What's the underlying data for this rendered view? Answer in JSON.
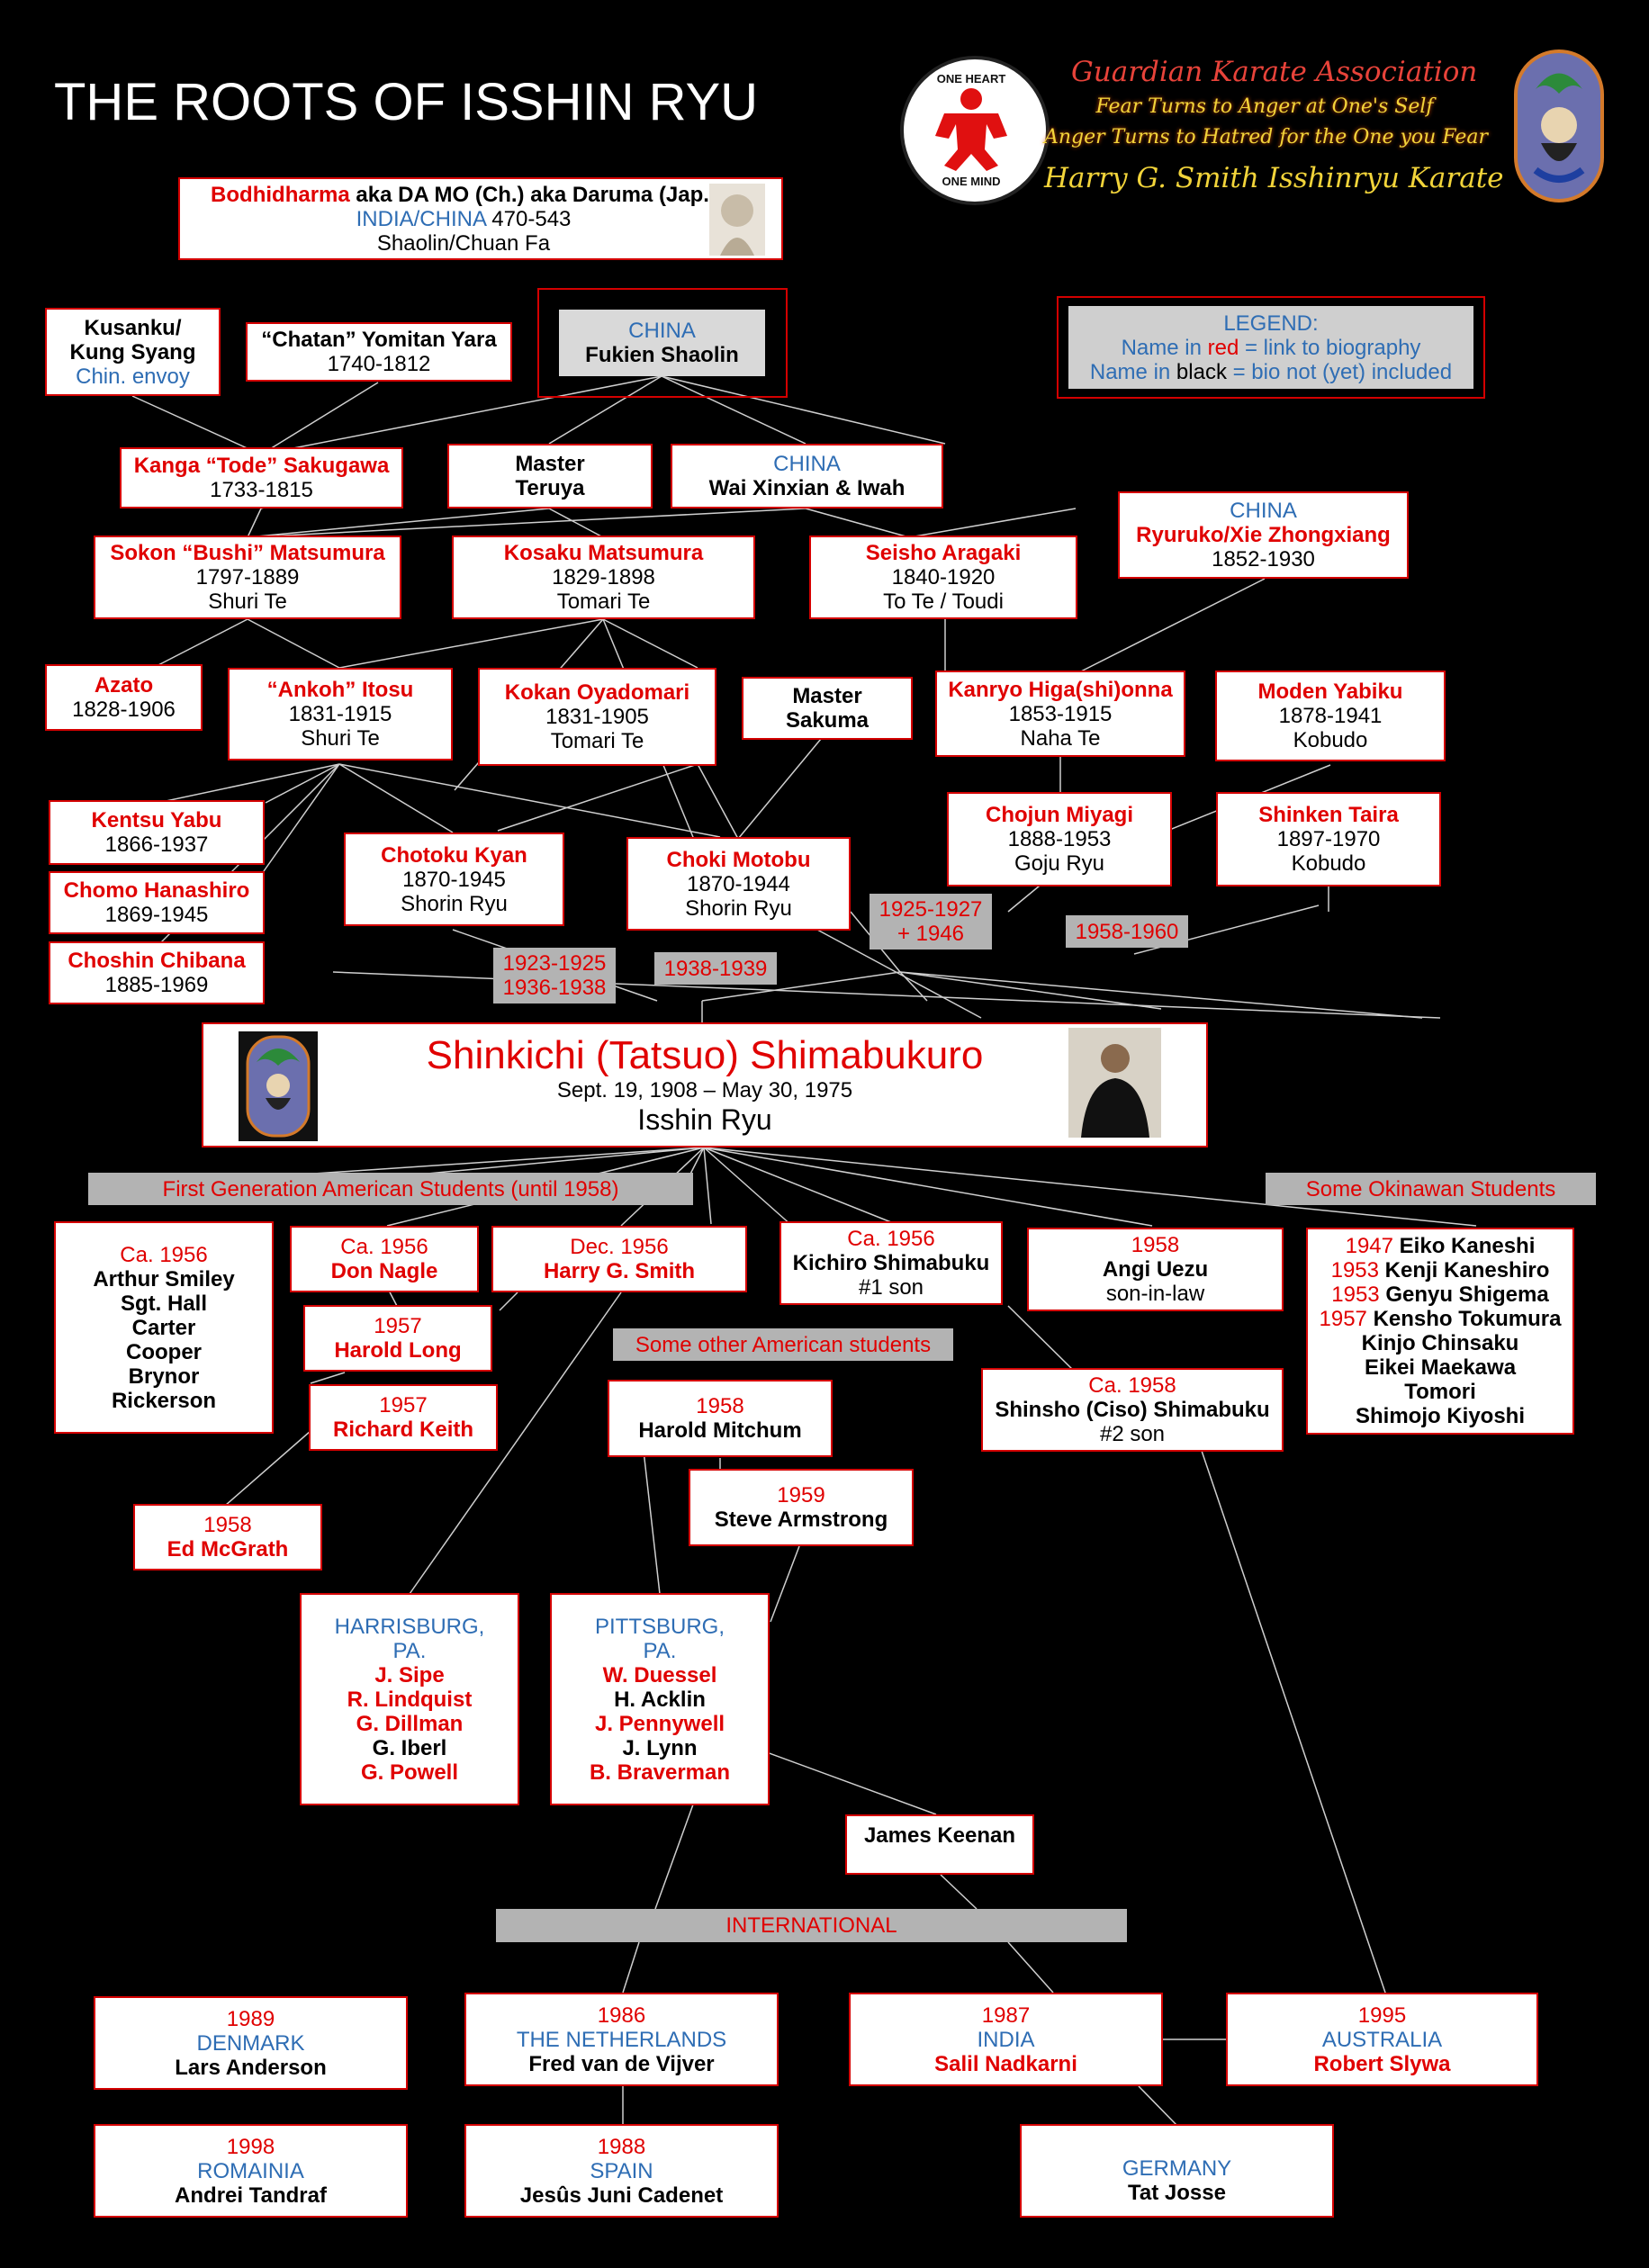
{
  "title": "THE ROOTS OF ISSHIN RYU",
  "branding": {
    "org_name": "Guardian Karate Association",
    "motto_1": "Fear Turns to Anger at One's Self",
    "motto_2": "Anger Turns to Hatred for the One you Fear",
    "school": "Harry G. Smith Isshinryu Karate",
    "logo_top": "ONE HEART",
    "logo_bottom": "ONE MIND",
    "colors": {
      "red": "#e00000",
      "blue": "#2e6db4",
      "gold": "#f2d43a",
      "gray": "#b3b3b3"
    }
  },
  "legend": {
    "title": "LEGEND:",
    "line1_a": "Name in ",
    "line1_b": "red",
    "line1_c": " = link to biography",
    "line2_a": "Name in ",
    "line2_b": "black",
    "line2_c": " = bio not (yet) included"
  },
  "bodhidharma": {
    "name": "Bodhidharma",
    "aka": " aka DA MO (Ch.) aka Daruma (Jap.)",
    "region": "INDIA/CHINA",
    "years": " 470-543",
    "style": "Shaolin/Chuan Fa"
  },
  "kusanku": {
    "l1": "Kusanku/",
    "l2": "Kung Syang",
    "l3": "Chin. envoy"
  },
  "chatan": {
    "l1": "“Chatan” Yomitan Yara",
    "l2": "1740-1812"
  },
  "fukien": {
    "l1": "CHINA",
    "l2": "Fukien Shaolin"
  },
  "sakugawa": {
    "l1": "Kanga “Tode” Sakugawa",
    "l2": "1733-1815"
  },
  "teruya": {
    "l1": "Master",
    "l2": "Teruya"
  },
  "wai": {
    "l1": "CHINA",
    "l2": "Wai Xinxian & Iwah"
  },
  "ryuruko": {
    "l1": "CHINA",
    "l2": "Ryuruko/Xie Zhongxiang",
    "l3": "1852-1930"
  },
  "sokon": {
    "l1": "Sokon “Bushi” Matsumura",
    "l2": "1797-1889",
    "l3": "Shuri Te"
  },
  "kosaku": {
    "l1": "Kosaku Matsumura",
    "l2": "1829-1898",
    "l3": "Tomari Te"
  },
  "aragaki": {
    "l1": "Seisho Aragaki",
    "l2": "1840-1920",
    "l3": "To Te / Toudi"
  },
  "azato": {
    "l1": "Azato",
    "l2": "1828-1906"
  },
  "itosu": {
    "l1": "“Ankoh” Itosu",
    "l2": "1831-1915",
    "l3": "Shuri Te"
  },
  "oyadomari": {
    "l1": "Kokan Oyadomari",
    "l2": "1831-1905",
    "l3": "Tomari Te"
  },
  "sakuma": {
    "l1": "Master",
    "l2": "Sakuma"
  },
  "higaonna": {
    "l1": "Kanryo Higa(shi)onna",
    "l2": "1853-1915",
    "l3": "Naha Te"
  },
  "yabiku": {
    "l1": "Moden Yabiku",
    "l2": "1878-1941",
    "l3": "Kobudo"
  },
  "yabu": {
    "l1": "Kentsu Yabu",
    "l2": "1866-1937"
  },
  "hanashiro": {
    "l1": "Chomo Hanashiro",
    "l2": "1869-1945"
  },
  "chibana": {
    "l1": "Choshin Chibana",
    "l2": "1885-1969"
  },
  "kyan": {
    "l1": "Chotoku Kyan",
    "l2": "1870-1945",
    "l3": "Shorin Ryu"
  },
  "motobu": {
    "l1": "Choki Motobu",
    "l2": "1870-1944",
    "l3": "Shorin Ryu"
  },
  "miyagi": {
    "l1": "Chojun Miyagi",
    "l2": "1888-1953",
    "l3": "Goju Ryu"
  },
  "taira": {
    "l1": "Shinken Taira",
    "l2": "1897-1970",
    "l3": "Kobudo"
  },
  "dates": {
    "kyan_1": "1923-1925",
    "kyan_2": "1936-1938",
    "motobu": "1938-1939",
    "miyagi_1": "1925-1927",
    "miyagi_2": "+ 1946",
    "taira": "1958-1960"
  },
  "shimabukuro": {
    "name": "Shinkichi (Tatsuo) Shimabukuro",
    "dates": "Sept. 19, 1908 – May 30, 1975",
    "style": "Isshin Ryu"
  },
  "headers": {
    "first_gen": "First Generation American Students (until 1958)",
    "okinawan": "Some Okinawan Students",
    "other_american": "Some other American students",
    "international": "INTERNATIONAL"
  },
  "smiley": {
    "year": "Ca. 1956",
    "names": [
      "Arthur Smiley",
      "Sgt. Hall",
      "Carter",
      "Cooper",
      "Brynor",
      "Rickerson"
    ]
  },
  "nagle": {
    "year": "Ca. 1956",
    "name": "Don Nagle"
  },
  "smith": {
    "year": "Dec. 1956",
    "name": "Harry G. Smith"
  },
  "kichiro": {
    "year": "Ca. 1956",
    "name": "Kichiro Shimabuku",
    "note": "#1 son"
  },
  "uezu": {
    "year": "1958",
    "name": "Angi Uezu",
    "note": "son-in-law"
  },
  "okinawan_students": [
    {
      "year": "1947",
      "name": "Eiko Kaneshi"
    },
    {
      "year": "1953",
      "name": "Kenji Kaneshiro"
    },
    {
      "year": "1953",
      "name": "Genyu Shigema"
    },
    {
      "year": "1957",
      "name": "Kensho Tokumura"
    },
    {
      "year": "",
      "name": "Kinjo Chinsaku"
    },
    {
      "year": "",
      "name": "Eikei Maekawa"
    },
    {
      "year": "",
      "name": "Tomori"
    },
    {
      "year": "",
      "name": "Shimojo Kiyoshi"
    }
  ],
  "long": {
    "year": "1957",
    "name": "Harold Long"
  },
  "keith": {
    "year": "1957",
    "name": "Richard Keith"
  },
  "mcgrath": {
    "year": "1958",
    "name": "Ed McGrath"
  },
  "mitchum": {
    "year": "1958",
    "name": "Harold Mitchum"
  },
  "armstrong": {
    "year": "1959",
    "name": "Steve Armstrong"
  },
  "shinsho": {
    "year": "Ca. 1958",
    "name": "Shinsho (Ciso) Shimabuku",
    "note": "#2 son"
  },
  "harrisburg": {
    "city_1": "HARRISBURG,",
    "city_2": "PA.",
    "names": [
      "J. Sipe",
      "R. Lindquist",
      "G. Dillman",
      "G. Iberl",
      "G. Powell"
    ]
  },
  "pittsburg": {
    "city_1": "PITTSBURG,",
    "city_2": "PA.",
    "names": [
      "W. Duessel",
      "H. Acklin",
      "J. Pennywell",
      "J. Lynn",
      "B. Braverman"
    ]
  },
  "keenan": {
    "name": "James Keenan"
  },
  "intl": {
    "denmark": {
      "year": "1989",
      "country": "DENMARK",
      "name": "Lars Anderson"
    },
    "netherlands": {
      "year": "1986",
      "country": "THE NETHERLANDS",
      "name": "Fred van de Vijver"
    },
    "india": {
      "year": "1987",
      "country": "INDIA",
      "name": "Salil Nadkarni"
    },
    "australia": {
      "year": "1995",
      "country": "AUSTRALIA",
      "name": "Robert Slywa"
    },
    "romania": {
      "year": "1998",
      "country": "ROMAINIA",
      "name": "Andrei Tandraf"
    },
    "spain": {
      "year": "1988",
      "country": "SPAIN",
      "name": "Jesûs Juni Cadenet"
    },
    "germany": {
      "country": "GERMANY",
      "name": "Tat Josse"
    }
  }
}
